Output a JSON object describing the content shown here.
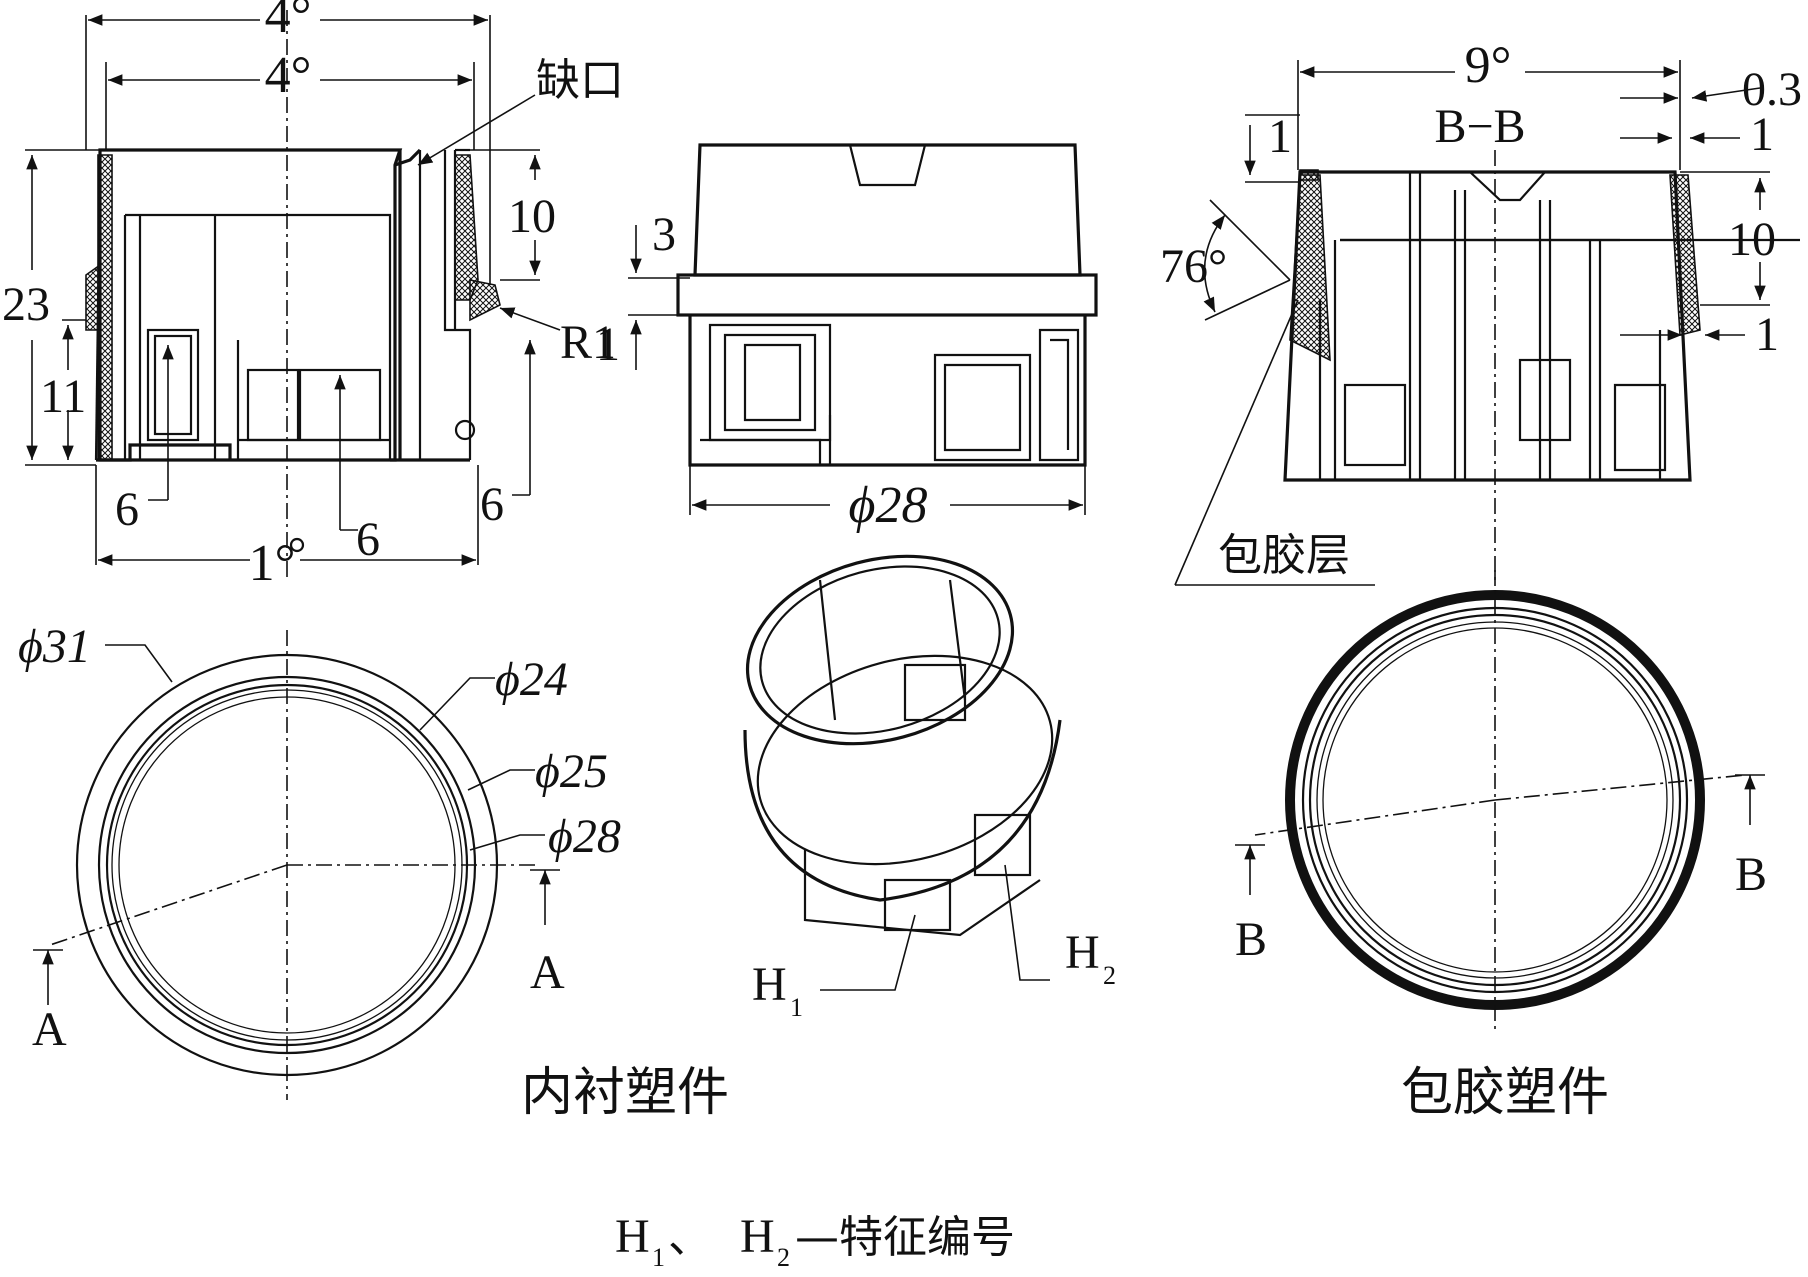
{
  "dims_top_left": {
    "ang_outer": "4°",
    "ang_inner": "4°",
    "notch": "缺口",
    "h23": "23",
    "h10": "10",
    "h11": "11",
    "r1": "R1",
    "w6a": "6",
    "w6b": "6",
    "w6c": "6",
    "bottom": "1°"
  },
  "dims_top_mid": {
    "h3": "3",
    "r1": "1",
    "dia28": "ϕ28"
  },
  "dims_top_right": {
    "ang9": "9°",
    "sec": "B−B",
    "t03": "0.3",
    "t1a": "1",
    "t1b": "1",
    "t1c": "1",
    "h10": "10",
    "ang76": "76°",
    "layer": "包胶层"
  },
  "circle_left": {
    "d31": "ϕ31",
    "d24": "ϕ24",
    "d25": "ϕ25",
    "d28": "ϕ28",
    "a1": "A",
    "a2": "A"
  },
  "iso": {
    "h1": "H",
    "h1sub": "1",
    "h2": "H",
    "h2sub": "2"
  },
  "circle_right": {
    "b1": "B",
    "b2": "B"
  },
  "captions": {
    "inner": "内衬塑件",
    "outer": "包胶塑件"
  },
  "legend": {
    "h1": "H",
    "h1sub": "1",
    "sep": "、",
    "h2": "H",
    "h2sub": "2",
    "text": "—特征编号"
  }
}
